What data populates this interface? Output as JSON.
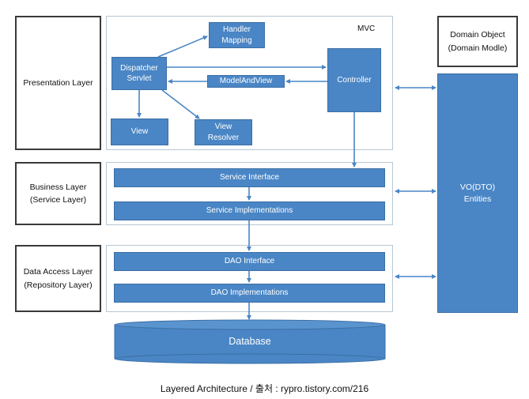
{
  "layers": {
    "presentation": "Presentation Layer",
    "business": [
      "Business Layer",
      "(Service Layer)"
    ],
    "data_access": [
      "Data Access Layer",
      "(Repository Layer)"
    ],
    "domain_object": [
      "Domain Object",
      "(Domain Modle)"
    ]
  },
  "mvc": {
    "title": "MVC",
    "handler_mapping": [
      "Handler",
      "Mapping"
    ],
    "dispatcher_servlet": [
      "Dispatcher",
      "Servlet"
    ],
    "controller": "Controller",
    "model_and_view": "ModelAndView",
    "view": "View",
    "view_resolver": [
      "View",
      "Resolver"
    ]
  },
  "service": {
    "interface": "Service Interface",
    "implementations": "Service Implementations"
  },
  "dao": {
    "interface": "DAO Interface",
    "implementations": "DAO Implementations"
  },
  "entities": [
    "VO(DTO)",
    "Entities"
  ],
  "database": "Database",
  "caption": "Layered Architecture / 출처 : rypro.tistory.com/216",
  "colors": {
    "block": "#4a86c5",
    "arrow": "#4a86c5",
    "panel_border": "#b7c6d3"
  }
}
